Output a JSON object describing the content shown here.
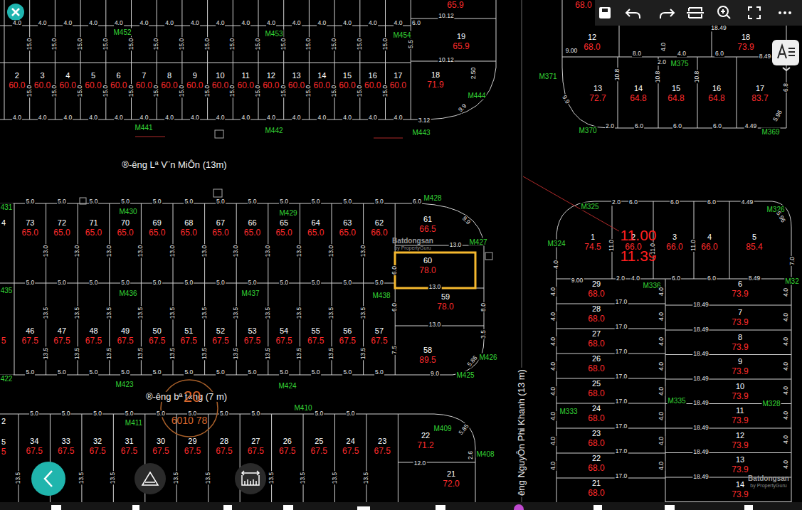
{
  "diagram": {
    "nodes": [
      {
        "text": [
          "2",
          "60.0"
        ]
      },
      {
        "text": [
          "3",
          "60.0"
        ]
      },
      {
        "text": [
          "4",
          "60.0"
        ]
      },
      {
        "text": [
          "5",
          "60.0"
        ]
      },
      {
        "text": [
          "6",
          "60.0"
        ]
      },
      {
        "text": [
          "7",
          "60.0"
        ]
      },
      {
        "text": [
          "8",
          "60.0"
        ]
      },
      {
        "text": [
          "9",
          "60.0"
        ]
      },
      {
        "text": [
          "10",
          "60.0"
        ]
      },
      {
        "text": [
          "11",
          "60.0"
        ]
      },
      {
        "text": [
          "12",
          "60.0"
        ]
      },
      {
        "text": [
          "13",
          "60.0"
        ]
      },
      {
        "text": [
          "14",
          "60.0"
        ]
      },
      {
        "text": [
          "15",
          "60.0"
        ]
      },
      {
        "text": [
          "16",
          "60.0"
        ]
      },
      {
        "text": [
          "17",
          "60.0"
        ]
      },
      {
        "text": [
          "18",
          "71.9"
        ]
      },
      {
        "text": [
          "19",
          "65.9"
        ]
      },
      {
        "text": [
          "12",
          "68.0"
        ]
      },
      {
        "text": [
          "18",
          "73.9"
        ]
      },
      {
        "text": [
          "13",
          "72.7"
        ]
      },
      {
        "text": [
          "14",
          "64.8"
        ]
      },
      {
        "text": [
          "15",
          "64.8"
        ]
      },
      {
        "text": [
          "16",
          "64.8"
        ]
      },
      {
        "text": [
          "17",
          "83.7"
        ]
      },
      {
        "text": [
          "73",
          "65.0"
        ]
      },
      {
        "text": [
          "72",
          "65.0"
        ]
      },
      {
        "text": [
          "71",
          "65.0"
        ]
      },
      {
        "text": [
          "70",
          "65.0"
        ]
      },
      {
        "text": [
          "69",
          "65.0"
        ]
      },
      {
        "text": [
          "68",
          "65.0"
        ]
      },
      {
        "text": [
          "67",
          "65.0"
        ]
      },
      {
        "text": [
          "66",
          "65.0"
        ]
      },
      {
        "text": [
          "65",
          "65.0"
        ]
      },
      {
        "text": [
          "64",
          "65.0"
        ]
      },
      {
        "text": [
          "63",
          "65.0"
        ]
      },
      {
        "text": [
          "62",
          "66.0"
        ]
      },
      {
        "text": [
          "61",
          "66.5"
        ]
      },
      {
        "text": [
          "60",
          "78.0"
        ]
      },
      {
        "text": [
          "59",
          "78.0"
        ]
      },
      {
        "text": [
          "46",
          "67.5"
        ]
      },
      {
        "text": [
          "47",
          "67.5"
        ]
      },
      {
        "text": [
          "48",
          "67.5"
        ]
      },
      {
        "text": [
          "49",
          "67.5"
        ]
      },
      {
        "text": [
          "50",
          "67.5"
        ]
      },
      {
        "text": [
          "51",
          "67.5"
        ]
      },
      {
        "text": [
          "52",
          "67.5"
        ]
      },
      {
        "text": [
          "53",
          "67.5"
        ]
      },
      {
        "text": [
          "54",
          "67.5"
        ]
      },
      {
        "text": [
          "55",
          "67.5"
        ]
      },
      {
        "text": [
          "56",
          "67.5"
        ]
      },
      {
        "text": [
          "57",
          "67.5"
        ]
      },
      {
        "text": [
          "58",
          "89.5"
        ]
      },
      {
        "text": [
          "34",
          "67.5"
        ]
      },
      {
        "text": [
          "33",
          "67.5"
        ]
      },
      {
        "text": [
          "32",
          "67.5"
        ]
      },
      {
        "text": [
          "31",
          "67.5"
        ]
      },
      {
        "text": [
          "30",
          "67.5"
        ]
      },
      {
        "text": [
          "29",
          "67.5"
        ]
      },
      {
        "text": [
          "28",
          "67.5"
        ]
      },
      {
        "text": [
          "27",
          "67.5"
        ]
      },
      {
        "text": [
          "26",
          "67.5"
        ]
      },
      {
        "text": [
          "25",
          "67.5"
        ]
      },
      {
        "text": [
          "24",
          "67.5"
        ]
      },
      {
        "text": [
          "23",
          "67.5"
        ]
      },
      {
        "text": [
          "22",
          "71.2"
        ]
      },
      {
        "text": [
          "21",
          "72.0"
        ]
      },
      {
        "text": [
          "1",
          "74.5"
        ]
      },
      {
        "text": [
          "2",
          "66.0"
        ]
      },
      {
        "text": [
          "3",
          "66.0"
        ]
      },
      {
        "text": [
          "4",
          "66.0"
        ]
      },
      {
        "text": [
          "5",
          "85.4"
        ]
      },
      {
        "text": [
          "29",
          "68.0"
        ]
      },
      {
        "text": [
          "28",
          "68.0"
        ]
      },
      {
        "text": [
          "27",
          "68.0"
        ]
      },
      {
        "text": [
          "26",
          "68.0"
        ]
      },
      {
        "text": [
          "25",
          "68.0"
        ]
      },
      {
        "text": [
          "24",
          "68.0"
        ]
      },
      {
        "text": [
          "23",
          "68.0"
        ]
      },
      {
        "text": [
          "22",
          "68.0"
        ]
      },
      {
        "text": [
          "21",
          "68.0"
        ]
      },
      {
        "text": [
          "6",
          "73.9"
        ]
      },
      {
        "text": [
          "7",
          "73.9"
        ]
      },
      {
        "text": [
          "8",
          "73.9"
        ]
      },
      {
        "text": [
          "9",
          "73.9"
        ]
      },
      {
        "text": [
          "10",
          "73.9"
        ]
      },
      {
        "text": [
          "11",
          "73.9"
        ]
      },
      {
        "text": [
          "12",
          "73.9"
        ]
      },
      {
        "text": [
          "13",
          "73.9"
        ]
      },
      {
        "text": [
          "14",
          "73.9"
        ]
      }
    ],
    "labels": [
      "®-êng Lª V¨n MiÔn (13m)",
      "®-êng bª t«ng (7 m)",
      "êng NguyÔn Phi Khanh (13 m)",
      "20",
      "6010 78",
      "11.00",
      "11.39",
      "Batdongsan",
      "by PropertyGuru",
      "Batdongsan",
      "by PropertyGuru",
      "65.9",
      "68.0",
      "4",
      "5",
      "2",
      "5",
      "5",
      "M452",
      "M453",
      "M454",
      "M441",
      "M442",
      "M443",
      "M444",
      "M371",
      "M375",
      "M370",
      "M369",
      "M428",
      "M430",
      "M429",
      "M427",
      "M436",
      "M437",
      "M438",
      "M426",
      "M425",
      "M423",
      "M424",
      "M410",
      "M411",
      "M409",
      "M408",
      "M325",
      "M326",
      "M324",
      "M336",
      "M335",
      "M328",
      "M333",
      "M32",
      "431",
      "435",
      "422",
      "4.0",
      "4.0",
      "4.0",
      "4.0",
      "4.0",
      "4.0",
      "4.0",
      "4.0",
      "4.0",
      "4.0",
      "4.0",
      "4.0",
      "4.0",
      "4.0",
      "4.0",
      "4.0",
      "6.0",
      "10.12",
      "10.12",
      "5.5",
      "2.50",
      "9.9",
      "15.0",
      "15.0",
      "15.0",
      "15.0",
      "15.0",
      "15.0",
      "15.0",
      "15.0",
      "15.0",
      "15.0",
      "15.0",
      "15.0",
      "15.0",
      "15.0",
      "15.0",
      "15.0",
      "15.0",
      "15.0",
      "15.0",
      "15.0",
      "15.0",
      "15.0",
      "15.0",
      "15.0",
      "15.0",
      "15.0",
      "15.0",
      "15.0",
      "15.0",
      "15.0",
      "4.0",
      "4.0",
      "4.0",
      "4.0",
      "4.0",
      "4.0",
      "4.0",
      "4.0",
      "4.0",
      "4.0",
      "4.0",
      "4.0",
      "4.0",
      "4.0",
      "4.0",
      "4.0",
      "3.12",
      "9.00",
      "8.0",
      "4.0",
      "4.0",
      "6.0",
      "18.49",
      "8.49",
      "10.8",
      "10.8",
      "10.8",
      "2.0",
      "9.9",
      "2.0",
      "6.0",
      "6.0",
      "6.0",
      "4.49",
      "6.8",
      "5.96",
      "5.0",
      "5.0",
      "5.0",
      "5.0",
      "5.0",
      "5.0",
      "5.0",
      "5.0",
      "5.0",
      "5.0",
      "5.0",
      "5.0",
      "6.0",
      "13.0",
      "13.0",
      "13.0",
      "13.0",
      "13.0",
      "13.0",
      "13.0",
      "13.0",
      "13.0",
      "13.0",
      "13.0",
      "5.0",
      "5.0",
      "5.0",
      "5.0",
      "5.0",
      "5.0",
      "5.0",
      "5.0",
      "5.0",
      "5.0",
      "5.0",
      "5.0",
      "13.5",
      "13.5",
      "13.5",
      "13.5",
      "13.5",
      "13.5",
      "13.5",
      "13.5",
      "13.5",
      "13.5",
      "13.5",
      "13.5",
      "13.5",
      "13.5",
      "13.5",
      "13.5",
      "13.5",
      "13.5",
      "13.5",
      "13.5",
      "13.5",
      "13.5",
      "5.0",
      "5.0",
      "5.0",
      "5.0",
      "5.0",
      "5.0",
      "5.0",
      "5.0",
      "5.0",
      "5.0",
      "5.0",
      "5.0",
      "13.0",
      "13.0",
      "13.0",
      "6.0",
      "6.0",
      "8.0",
      "3.5",
      "7.5",
      "9.0",
      "5.86",
      "9.9",
      "5.0",
      "5.0",
      "5.0",
      "5.0",
      "5.0",
      "5.0",
      "5.0",
      "5.0",
      "5.0",
      "5.0",
      "13.5",
      "13.5",
      "13.5",
      "13.5",
      "13.5",
      "13.5",
      "13.5",
      "13.5",
      "13.5",
      "12.0",
      "2.6",
      "5.85",
      "2.0",
      "6.0",
      "6.0",
      "6.0",
      "4.49",
      "5.96",
      "11.0",
      "11.0",
      "11.0",
      "7.0",
      "4.0",
      "9.00",
      "2.0",
      "4.0",
      "6.0",
      "6.0",
      "8.49",
      "17.0",
      "17.0",
      "17.0",
      "17.0",
      "17.0",
      "17.0",
      "17.0",
      "17.0",
      "18.49",
      "18.49",
      "18.49",
      "18.49",
      "18.49",
      "18.49",
      "18.49",
      "18.49",
      "4.0",
      "4.0",
      "4.0",
      "4.0",
      "4.0",
      "4.0",
      "4.0",
      "4.0",
      "4.0",
      "4.0",
      "4.0",
      "4.0",
      "4.0",
      "4.0",
      "4.0",
      "4.0",
      "4.0",
      "4.0",
      "4.0",
      "4.0",
      "4.0",
      "4.0",
      "4.0",
      "4.0"
    ]
  }
}
